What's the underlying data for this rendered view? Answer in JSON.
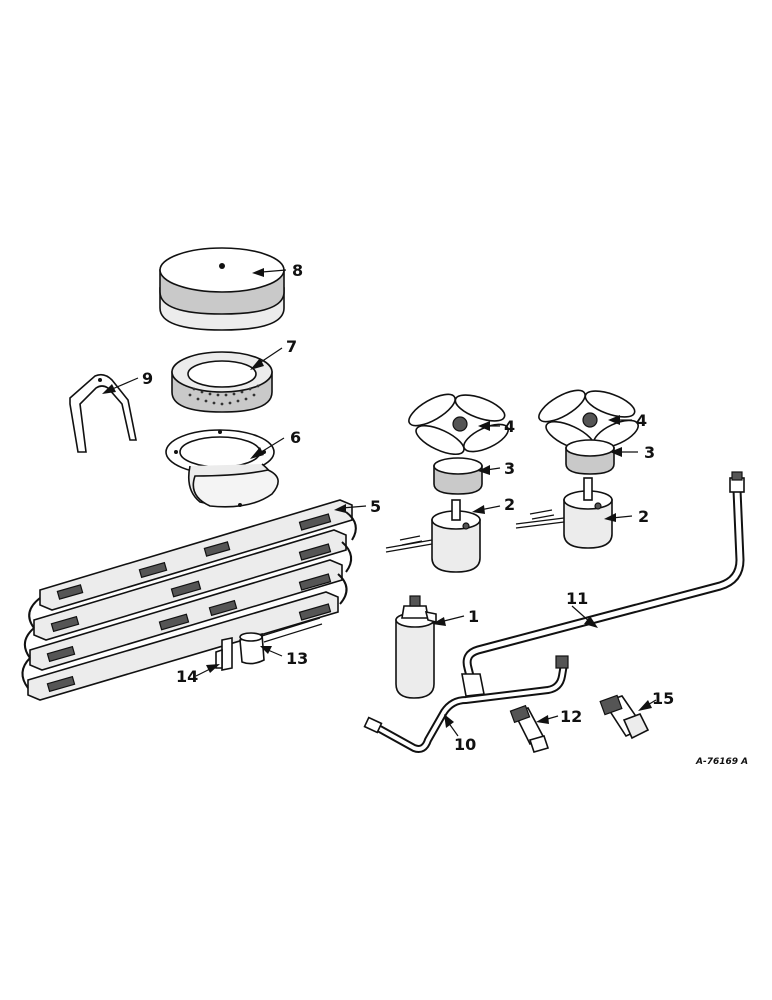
{
  "diagram": {
    "reference_code": "A-76169 A",
    "callouts": [
      {
        "id": "c1",
        "text": "1"
      },
      {
        "id": "c2a",
        "text": "2"
      },
      {
        "id": "c2b",
        "text": "2"
      },
      {
        "id": "c3a",
        "text": "3"
      },
      {
        "id": "c3b",
        "text": "3"
      },
      {
        "id": "c4a",
        "text": "4"
      },
      {
        "id": "c4b",
        "text": "4"
      },
      {
        "id": "c5",
        "text": "5"
      },
      {
        "id": "c6",
        "text": "6"
      },
      {
        "id": "c7",
        "text": "7"
      },
      {
        "id": "c8",
        "text": "8"
      },
      {
        "id": "c9",
        "text": "9"
      },
      {
        "id": "c10",
        "text": "10"
      },
      {
        "id": "c11",
        "text": "11"
      },
      {
        "id": "c12",
        "text": "12"
      },
      {
        "id": "c13",
        "text": "13"
      },
      {
        "id": "c14",
        "text": "14"
      },
      {
        "id": "c15",
        "text": "15"
      }
    ]
  }
}
